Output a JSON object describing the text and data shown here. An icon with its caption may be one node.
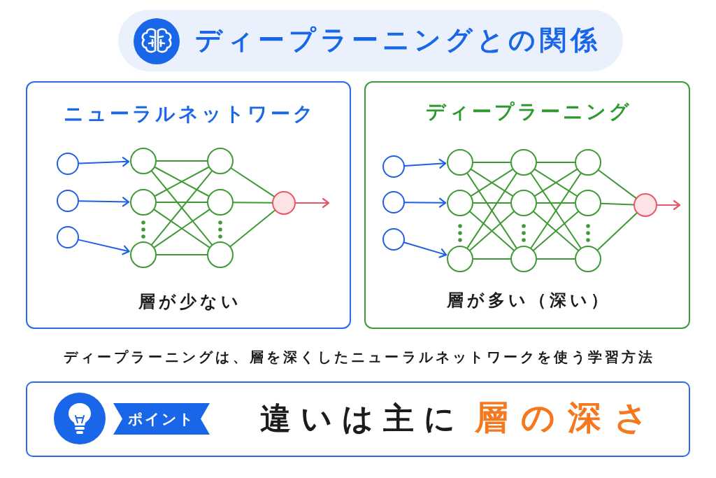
{
  "diagram": {
    "title": "ディープラーニングとの関係",
    "nodes": [
      {
        "text": [
          "ニューラルネットワーク",
          "層が少ない"
        ]
      },
      {
        "text": [],
        "shape": "circle",
        "in": 0
      },
      {
        "text": [],
        "shape": "circle",
        "in": 0
      },
      {
        "text": [],
        "shape": "circle",
        "in": 0
      },
      {
        "text": [],
        "shape": "circle",
        "in": 0
      },
      {
        "text": [],
        "shape": "circle",
        "in": 0
      },
      {
        "text": [],
        "shape": "circle",
        "in": 0
      },
      {
        "text": [],
        "shape": "circle",
        "in": 0
      },
      {
        "text": [],
        "shape": "circle",
        "in": 0
      },
      {
        "text": [],
        "shape": "circle",
        "in": 0
      },
      {
        "text": [],
        "shape": "circle",
        "in": 0
      },
      {
        "text": [
          "ディープラーニング",
          "層が多い（深い）"
        ]
      },
      {
        "text": [],
        "shape": "circle",
        "in": 11
      },
      {
        "text": [],
        "shape": "circle",
        "in": 11
      },
      {
        "text": [],
        "shape": "circle",
        "in": 11
      },
      {
        "text": [],
        "shape": "circle",
        "in": 11
      },
      {
        "text": [],
        "shape": "circle",
        "in": 11
      },
      {
        "text": [],
        "shape": "circle",
        "in": 11
      },
      {
        "text": [],
        "shape": "circle",
        "in": 11
      },
      {
        "text": [],
        "shape": "circle",
        "in": 11
      },
      {
        "text": [],
        "shape": "circle",
        "in": 11
      },
      {
        "text": [],
        "shape": "circle",
        "in": 11
      },
      {
        "text": [],
        "shape": "circle",
        "in": 11
      },
      {
        "text": [],
        "shape": "circle",
        "in": 11
      },
      {
        "text": [],
        "shape": "circle",
        "in": 11
      },
      {
        "text": [
          "違いは主に",
          "層の深さ"
        ]
      },
      {
        "text": [
          "ポイント"
        ],
        "in": 25
      }
    ],
    "edges": [
      {
        "from": 1,
        "to": 4,
        "arrow": "to",
        "color": "#1f5fe6"
      },
      {
        "from": 2,
        "to": 5,
        "arrow": "to",
        "color": "#1f5fe6"
      },
      {
        "from": 3,
        "to": 6,
        "arrow": "to",
        "color": "#1f5fe6"
      },
      {
        "from": 4,
        "to": 7,
        "arrow": "none"
      },
      {
        "from": 4,
        "to": 8,
        "arrow": "none"
      },
      {
        "from": 4,
        "to": 9,
        "arrow": "none"
      },
      {
        "from": 5,
        "to": 7,
        "arrow": "none"
      },
      {
        "from": 5,
        "to": 8,
        "arrow": "none"
      },
      {
        "from": 5,
        "to": 9,
        "arrow": "none"
      },
      {
        "from": 6,
        "to": 7,
        "arrow": "none"
      },
      {
        "from": 6,
        "to": 8,
        "arrow": "none"
      },
      {
        "from": 6,
        "to": 9,
        "arrow": "none"
      },
      {
        "from": 7,
        "to": 10,
        "arrow": "none"
      },
      {
        "from": 8,
        "to": 10,
        "arrow": "none"
      },
      {
        "from": 9,
        "to": 10,
        "arrow": "none"
      },
      {
        "from": 10,
        "to": null,
        "arrow": "to",
        "color": "#e8576a"
      },
      {
        "from": 12,
        "to": 15,
        "arrow": "to",
        "color": "#1f5fe6"
      },
      {
        "from": 13,
        "to": 16,
        "arrow": "to",
        "color": "#1f5fe6"
      },
      {
        "from": 14,
        "to": 17,
        "arrow": "to",
        "color": "#1f5fe6"
      },
      {
        "from": 15,
        "to": 18,
        "arrow": "none"
      },
      {
        "from": 15,
        "to": 19,
        "arrow": "none"
      },
      {
        "from": 15,
        "to": 20,
        "arrow": "none"
      },
      {
        "from": 16,
        "to": 18,
        "arrow": "none"
      },
      {
        "from": 16,
        "to": 19,
        "arrow": "none"
      },
      {
        "from": 16,
        "to": 20,
        "arrow": "none"
      },
      {
        "from": 17,
        "to": 18,
        "arrow": "none"
      },
      {
        "from": 17,
        "to": 19,
        "arrow": "none"
      },
      {
        "from": 17,
        "to": 20,
        "arrow": "none"
      },
      {
        "from": 18,
        "to": 21,
        "arrow": "none"
      },
      {
        "from": 18,
        "to": 22,
        "arrow": "none"
      },
      {
        "from": 18,
        "to": 23,
        "arrow": "none"
      },
      {
        "from": 19,
        "to": 21,
        "arrow": "none"
      },
      {
        "from": 19,
        "to": 22,
        "arrow": "none"
      },
      {
        "from": 19,
        "to": 23,
        "arrow": "none"
      },
      {
        "from": 20,
        "to": 21,
        "arrow": "none"
      },
      {
        "from": 20,
        "to": 22,
        "arrow": "none"
      },
      {
        "from": 20,
        "to": 23,
        "arrow": "none"
      },
      {
        "from": 21,
        "to": 24,
        "arrow": "none"
      },
      {
        "from": 22,
        "to": 24,
        "arrow": "none"
      },
      {
        "from": 23,
        "to": 24,
        "arrow": "none"
      },
      {
        "from": 24,
        "to": null,
        "arrow": "to",
        "color": "#e8576a"
      }
    ],
    "labels": [
      "ディープラーニングは、層を深くしたニューラルネットワークを使う学習方法"
    ]
  }
}
